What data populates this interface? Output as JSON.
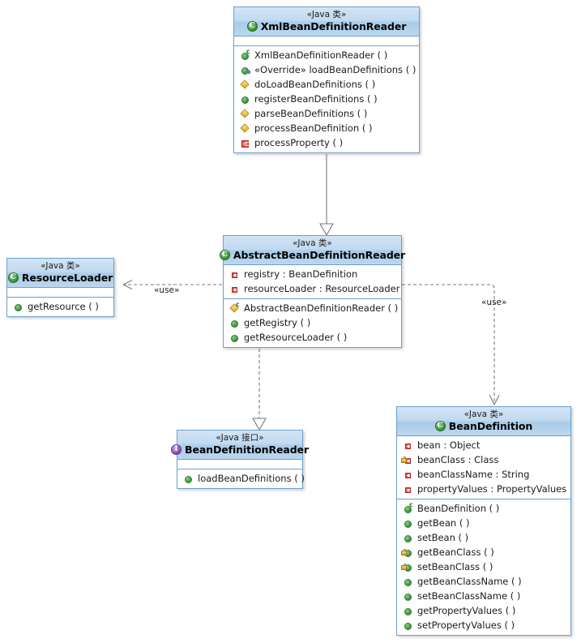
{
  "diagram": {
    "title": "Java UML class diagram",
    "background": "#ffffff",
    "accent_border": "#6a9fd4",
    "header_gradient_top": "#d3e4f5",
    "header_gradient_bottom": "#a9cbe9",
    "stereotype_class": "«Java 类»",
    "stereotype_interface": "«Java 接口»"
  },
  "classes": {
    "xml_bean_definition_reader": {
      "stereotype": "«Java 类»",
      "name": "XmlBeanDefinitionReader",
      "icon": "java-class-icon",
      "icon_letter": "C",
      "fields": [],
      "methods": [
        {
          "icon": "public-constructor-icon",
          "label": "XmlBeanDefinitionReader ( )"
        },
        {
          "icon": "public-override-method-icon",
          "label": "«Override» loadBeanDefinitions ( )"
        },
        {
          "icon": "protected-method-icon",
          "label": "doLoadBeanDefinitions ( )"
        },
        {
          "icon": "public-method-icon",
          "label": "registerBeanDefinitions ( )"
        },
        {
          "icon": "protected-method-icon",
          "label": "parseBeanDefinitions ( )"
        },
        {
          "icon": "protected-method-icon",
          "label": "processBeanDefinition ( )"
        },
        {
          "icon": "private-method-icon",
          "label": "processProperty ( )"
        }
      ]
    },
    "abstract_bean_definition_reader": {
      "stereotype": "«Java 类»",
      "name": "AbstractBeanDefinitionReader",
      "icon": "java-class-icon",
      "icon_letter": "C",
      "fields": [
        {
          "icon": "private-field-icon",
          "label": "registry : BeanDefinition"
        },
        {
          "icon": "private-field-icon",
          "label": "resourceLoader : ResourceLoader"
        }
      ],
      "methods": [
        {
          "icon": "protected-constructor-icon",
          "label": "AbstractBeanDefinitionReader ( )"
        },
        {
          "icon": "public-method-icon",
          "label": "getRegistry ( )"
        },
        {
          "icon": "public-method-icon",
          "label": "getResourceLoader ( )"
        }
      ]
    },
    "resource_loader": {
      "stereotype": "«Java 类»",
      "name": "ResourceLoader",
      "icon": "java-class-icon",
      "icon_letter": "C",
      "fields": [],
      "methods": [
        {
          "icon": "public-method-icon",
          "label": "getResource ( )"
        }
      ]
    },
    "bean_definition_reader": {
      "stereotype": "«Java 接口»",
      "name": "BeanDefinitionReader",
      "icon": "java-interface-icon",
      "icon_letter": "I",
      "fields": [],
      "methods": [
        {
          "icon": "public-method-icon",
          "label": "loadBeanDefinitions ( )"
        }
      ]
    },
    "bean_definition": {
      "stereotype": "«Java 类»",
      "name": "BeanDefinition",
      "icon": "java-class-icon",
      "icon_letter": "C",
      "fields": [
        {
          "icon": "private-field-icon",
          "label": "bean : Object"
        },
        {
          "icon": "private-field-locked-icon",
          "label": "beanClass : Class"
        },
        {
          "icon": "private-field-icon",
          "label": "beanClassName : String"
        },
        {
          "icon": "private-field-icon",
          "label": "propertyValues : PropertyValues"
        }
      ],
      "methods": [
        {
          "icon": "public-constructor-icon",
          "label": "BeanDefinition ( )"
        },
        {
          "icon": "public-method-icon",
          "label": "getBean ( )"
        },
        {
          "icon": "public-method-icon",
          "label": "setBean ( )"
        },
        {
          "icon": "public-method-locked-icon",
          "label": "getBeanClass ( )"
        },
        {
          "icon": "public-method-locked-icon",
          "label": "setBeanClass ( )"
        },
        {
          "icon": "public-method-icon",
          "label": "getBeanClassName ( )"
        },
        {
          "icon": "public-method-icon",
          "label": "setBeanClassName ( )"
        },
        {
          "icon": "public-method-icon",
          "label": "getPropertyValues ( )"
        },
        {
          "icon": "public-method-icon",
          "label": "setPropertyValues ( )"
        }
      ]
    }
  },
  "connectors": [
    {
      "id": "xml-extends-abstract",
      "kind": "generalization",
      "from": "XmlBeanDefinitionReader",
      "to": "AbstractBeanDefinitionReader",
      "style": "solid",
      "arrow": "hollow-triangle",
      "label": ""
    },
    {
      "id": "abstract-implements-reader",
      "kind": "realization",
      "from": "AbstractBeanDefinitionReader",
      "to": "BeanDefinitionReader",
      "style": "dashed",
      "arrow": "hollow-triangle",
      "label": ""
    },
    {
      "id": "abstract-uses-resourceloader",
      "kind": "dependency",
      "from": "AbstractBeanDefinitionReader",
      "to": "ResourceLoader",
      "style": "dashed",
      "arrow": "open",
      "label": "«use»"
    },
    {
      "id": "abstract-uses-beandefinition",
      "kind": "dependency",
      "from": "AbstractBeanDefinitionReader",
      "to": "BeanDefinition",
      "style": "dashed",
      "arrow": "open",
      "label": "«use»"
    }
  ],
  "edge_labels": {
    "use_left": "«use»",
    "use_right": "«use»"
  }
}
